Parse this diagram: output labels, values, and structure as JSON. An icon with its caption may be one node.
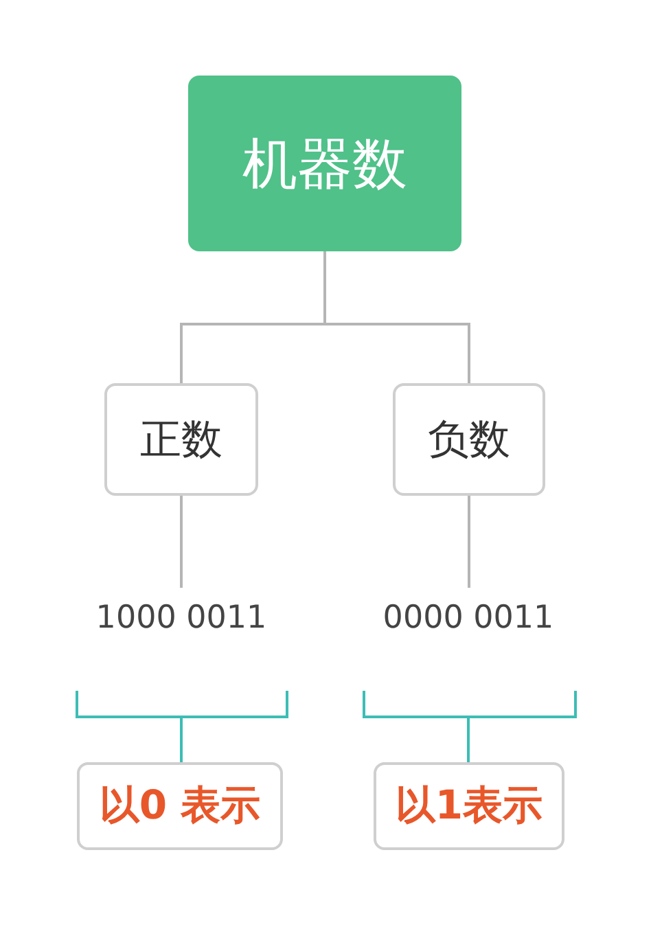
{
  "diagram": {
    "nodes": [
      {
        "text": [
          "机器数"
        ]
      },
      {
        "text": [
          "正数"
        ]
      },
      {
        "text": [
          "负数"
        ]
      },
      {
        "text": [
          "1000 0011"
        ]
      },
      {
        "text": [
          "0000 0011"
        ]
      },
      {
        "text": [],
        "shape": "bracket"
      },
      {
        "text": [],
        "shape": "bracket"
      },
      {
        "text": [
          "以0 表示"
        ]
      },
      {
        "text": [
          "以1表示"
        ]
      }
    ],
    "edges": [
      {
        "from": 0,
        "to": 1,
        "arrow": "none"
      },
      {
        "from": 0,
        "to": 2,
        "arrow": "none"
      },
      {
        "from": 1,
        "to": 3,
        "arrow": "none"
      },
      {
        "from": 2,
        "to": 4,
        "arrow": "none"
      },
      {
        "from": 5,
        "to": 7,
        "arrow": "none",
        "color": "#3dbdb5"
      },
      {
        "from": 6,
        "to": 8,
        "arrow": "none",
        "color": "#3dbdb5"
      }
    ]
  }
}
